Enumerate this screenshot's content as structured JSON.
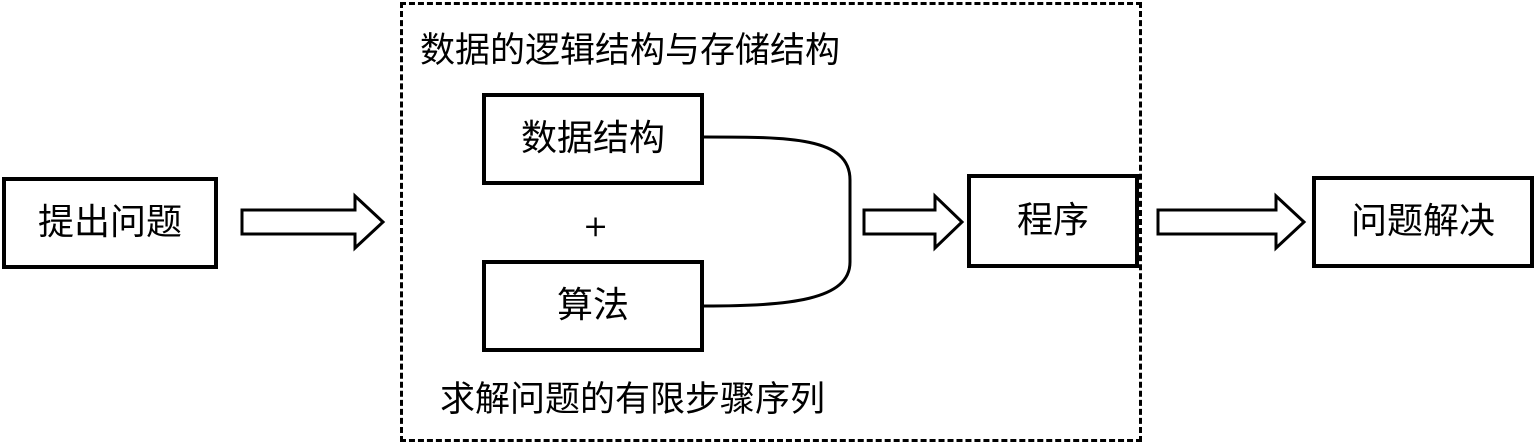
{
  "flow": {
    "start": "提出问题",
    "program": "程序",
    "end": "问题解决"
  },
  "group": {
    "top_caption": "数据的逻辑结构与存储结构",
    "data_structure": "数据结构",
    "plus": "+",
    "algorithm": "算法",
    "bottom_caption": "求解问题的有限步骤序列"
  }
}
